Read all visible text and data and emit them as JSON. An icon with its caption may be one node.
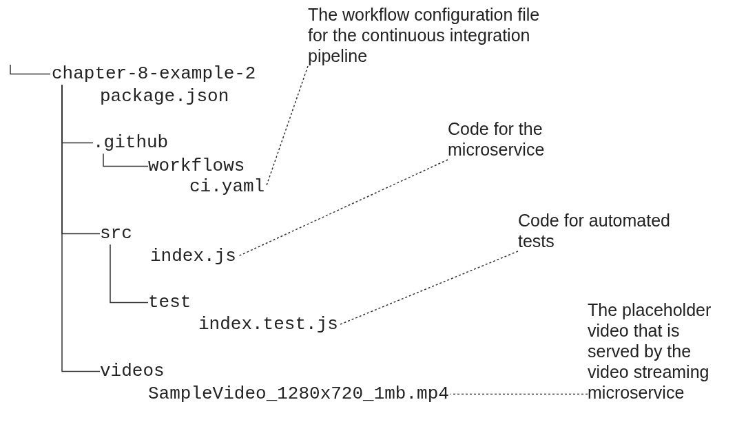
{
  "diagram": {
    "nodes": [
      {
        "text": [
          "chapter-8-example-2"
        ]
      },
      {
        "text": [
          "package.json"
        ]
      },
      {
        "text": [
          ".github"
        ]
      },
      {
        "text": [
          "workflows"
        ]
      },
      {
        "text": [
          "ci.yaml"
        ]
      },
      {
        "text": [
          "src"
        ]
      },
      {
        "text": [
          "index.js"
        ]
      },
      {
        "text": [
          "test"
        ]
      },
      {
        "text": [
          "index.test.js"
        ]
      },
      {
        "text": [
          "videos"
        ]
      },
      {
        "text": [
          "SampleVideo_1280x720_1mb.mp4"
        ]
      },
      {
        "text": [
          "The workflow configuration file for the continuous integration pipeline"
        ]
      },
      {
        "text": [
          "Code for the microservice"
        ]
      },
      {
        "text": [
          "Code for automated tests"
        ]
      },
      {
        "text": [
          "The placeholder video that is served by the video streaming microservice"
        ]
      }
    ],
    "edges": [
      {
        "from": null,
        "to": 0,
        "arrow": "none"
      },
      {
        "from": 0,
        "to": 2,
        "arrow": "none"
      },
      {
        "from": 0,
        "to": 5,
        "arrow": "none"
      },
      {
        "from": 0,
        "to": 9,
        "arrow": "none"
      },
      {
        "from": 2,
        "to": 3,
        "arrow": "none"
      },
      {
        "from": 5,
        "to": 7,
        "arrow": "none"
      },
      {
        "from": 11,
        "to": 4,
        "arrow": "none",
        "style": "dashed"
      },
      {
        "from": 12,
        "to": 6,
        "arrow": "none",
        "style": "dashed"
      },
      {
        "from": 13,
        "to": 8,
        "arrow": "none",
        "style": "dashed"
      },
      {
        "from": 14,
        "to": 10,
        "arrow": "none",
        "style": "dashed"
      }
    ]
  }
}
